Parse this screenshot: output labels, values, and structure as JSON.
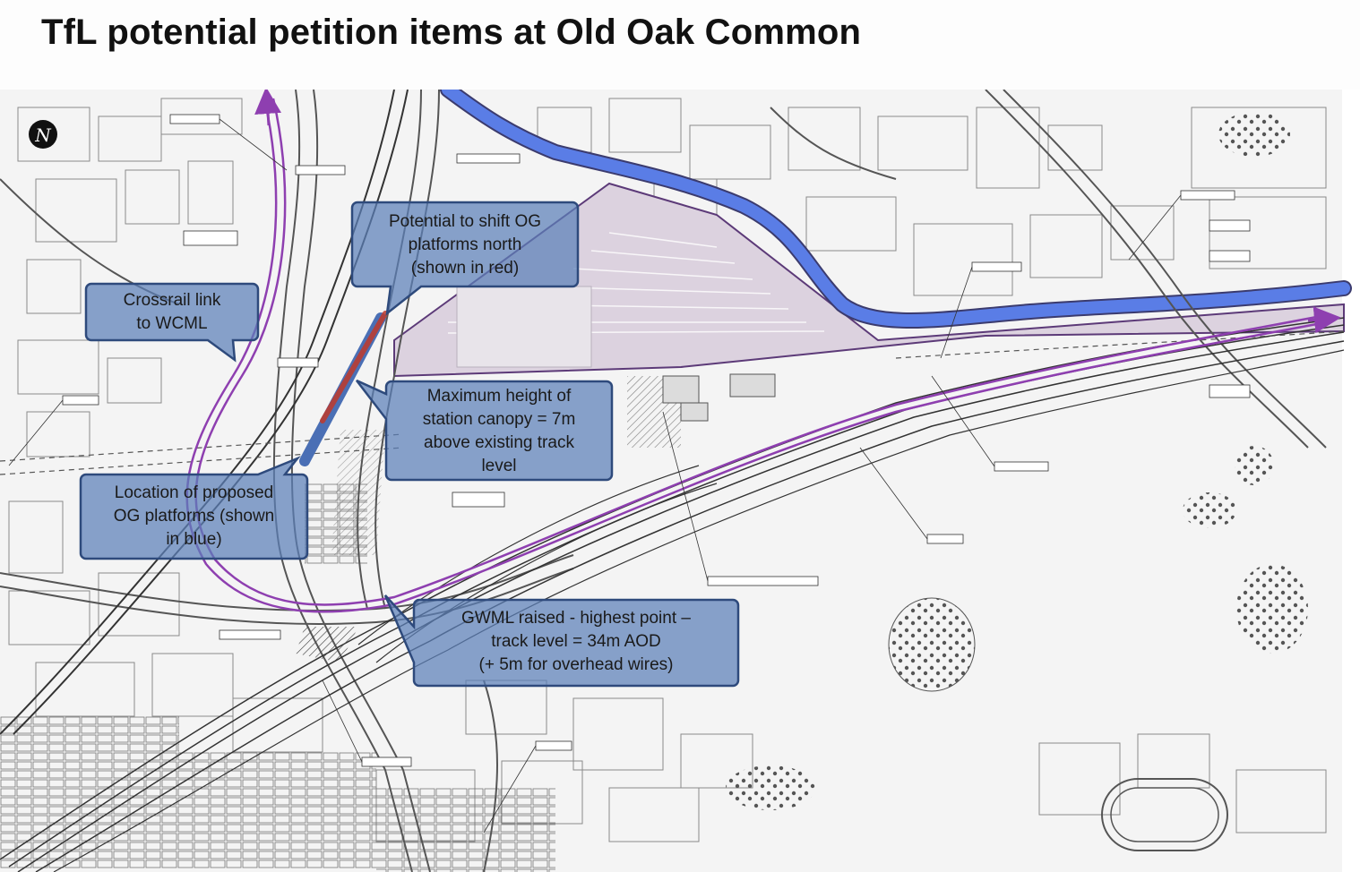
{
  "title": "TfL potential petition items at Old Oak Common",
  "colors": {
    "callout_fill": "#5b7fb8",
    "callout_stroke": "#2e4a7c",
    "route_purple": "#8e3fb0",
    "canal_blue": "#5a7de6",
    "site_outline": "#5c3a78",
    "site_fill": "#d9cfdc",
    "platform_red": "#c0392b",
    "platform_blue": "#4a6fb5"
  },
  "map": {
    "north_arrow_letter": "N",
    "callouts": [
      {
        "id": "crossrail-link",
        "text": "Crossrail link\nto WCML"
      },
      {
        "id": "shift-og-platforms",
        "text": "Potential to shift OG\nplatforms north\n(shown in red)"
      },
      {
        "id": "canopy-height",
        "text": "Maximum height of\nstation canopy = 7m\nabove existing track\nlevel"
      },
      {
        "id": "og-platforms-location",
        "text": "Location of proposed\nOG platforms (shown\nin blue)"
      },
      {
        "id": "gwml-raised",
        "text": "GWML raised - highest point  –\ntrack level = 34m AOD\n(+ 5m for overhead wires)"
      }
    ]
  }
}
